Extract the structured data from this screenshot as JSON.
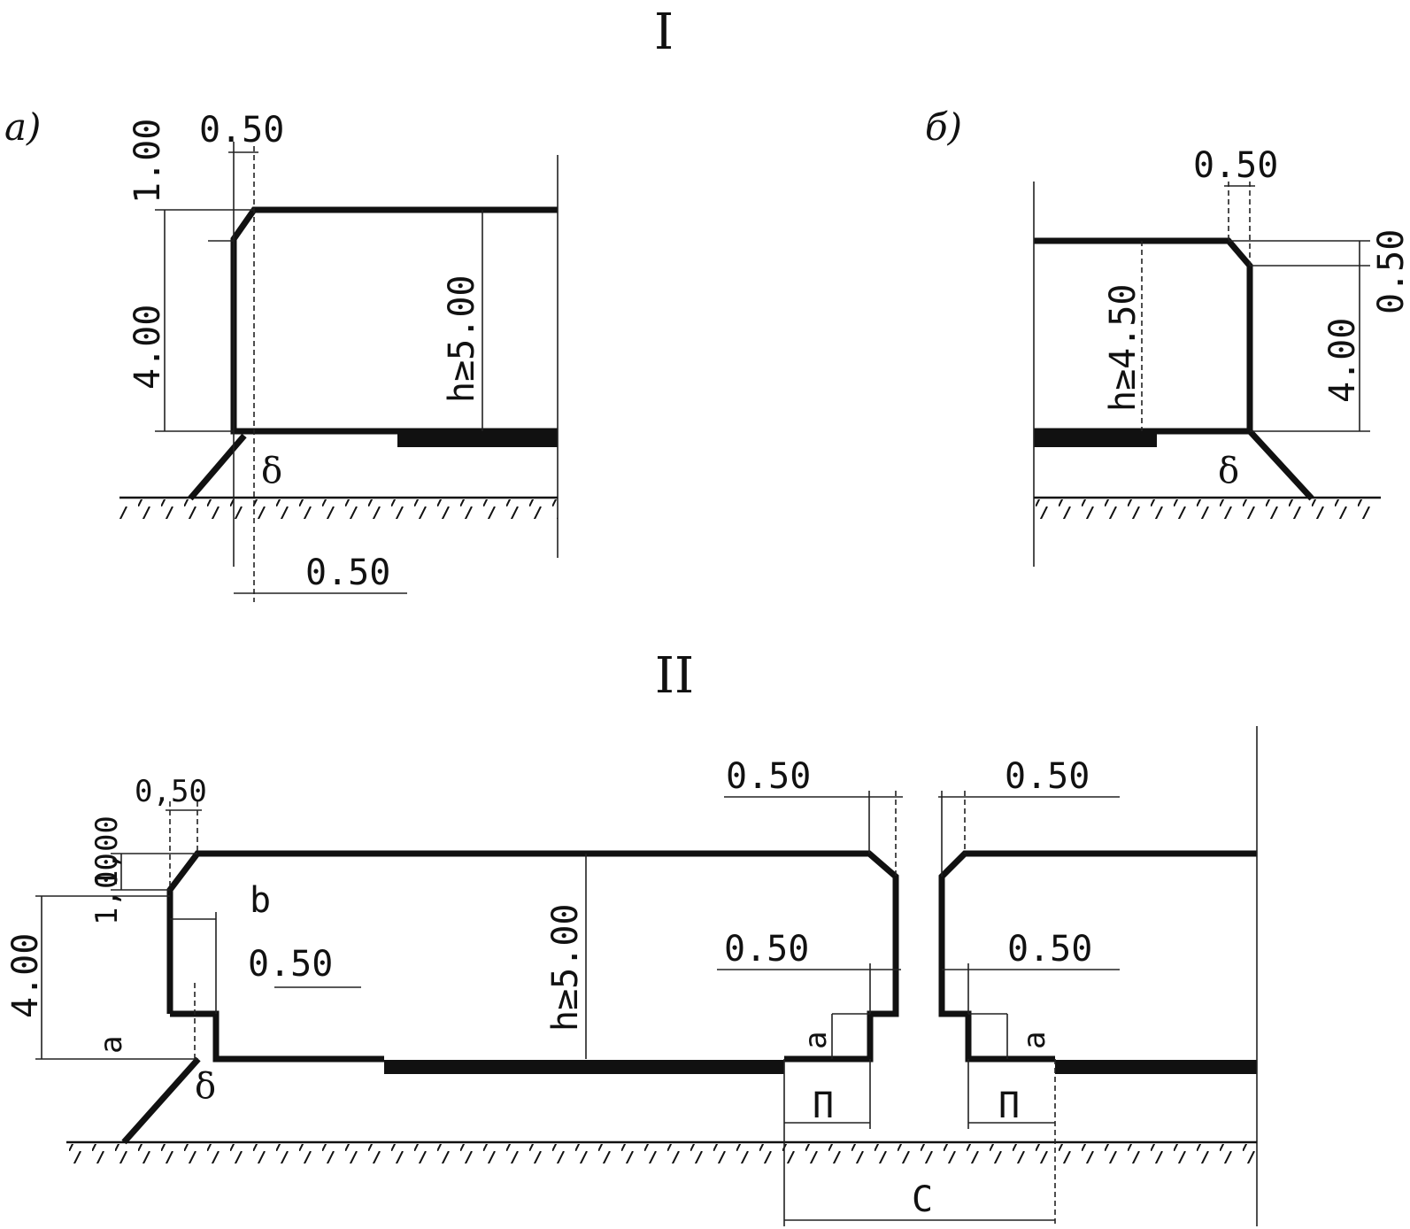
{
  "section_titles": {
    "one": "I",
    "two": "II"
  },
  "panel_labels": {
    "a": "a)",
    "b": "б)"
  },
  "panel_a": {
    "dim_top_width": "0.50",
    "dim_top_height": "1.00",
    "dim_wall_height": "4.00",
    "dim_clear_height": "h≥5.00",
    "dim_bottom_width": "0.50",
    "delta": "δ"
  },
  "panel_b": {
    "dim_top_width": "0.50",
    "dim_top_height": "0.50",
    "dim_wall_height": "4.00",
    "dim_clear_height": "h≥4.50",
    "delta": "δ"
  },
  "panel_c": {
    "dim_left_top_width": "0,50",
    "dim_left_top_height": "1,00",
    "dim_left_wall_height": "4.00",
    "label_b": "b",
    "dim_inner_width": "0.50",
    "dim_left_a": "a",
    "delta": "δ",
    "dim_clear_height": "h≥5.00",
    "dim_right_top_width": "0.50",
    "dim_right_inner_width": "0.50",
    "dim_right_a": "a",
    "dim_right_p": "П",
    "dim_far_top_width": "0.50",
    "dim_far_inner_width": "0.50",
    "dim_far_a": "a",
    "dim_far_p": "П",
    "dim_gap": "C"
  }
}
